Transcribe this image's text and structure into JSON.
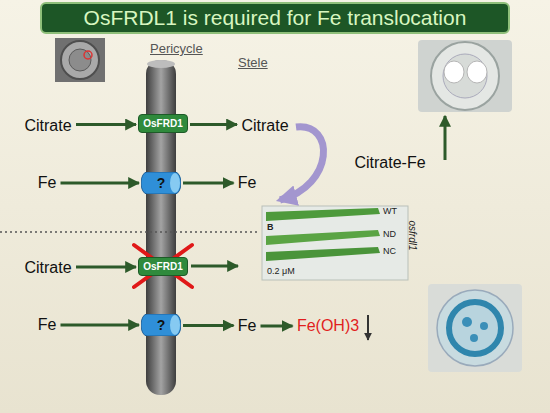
{
  "diagram": {
    "title": "OsFRDL1 is required for Fe translocation",
    "nodes": [
      {
        "text": [
          "Citrate"
        ]
      },
      {
        "text": [
          "OsFRD1"
        ]
      },
      {
        "text": [
          "Citrate"
        ]
      },
      {
        "text": [
          "Fe"
        ]
      },
      {
        "text": [
          "?"
        ]
      },
      {
        "text": [
          "Fe"
        ]
      },
      {
        "text": [
          "Citrate-Fe"
        ]
      },
      {
        "text": [
          "Citrate"
        ]
      },
      {
        "text": [
          "OsFRD1"
        ]
      },
      {
        "text": [
          "Fe"
        ]
      },
      {
        "text": [
          "?"
        ]
      },
      {
        "text": [
          "Fe"
        ]
      },
      {
        "text": [
          "Fe(OH)3"
        ]
      }
    ],
    "edges": [
      {
        "from": 0,
        "to": 1,
        "arrow": "to"
      },
      {
        "from": 1,
        "to": 2,
        "arrow": "to"
      },
      {
        "from": 3,
        "to": 4,
        "arrow": "to"
      },
      {
        "from": 4,
        "to": 5,
        "arrow": "to"
      },
      {
        "from": 7,
        "to": 8,
        "arrow": "to"
      },
      {
        "from": 9,
        "to": 10,
        "arrow": "to"
      },
      {
        "from": 10,
        "to": 11,
        "arrow": "to"
      },
      {
        "from": 11,
        "to": 12,
        "arrow": "to"
      }
    ],
    "labels": [
      "Pericycle",
      "Stele",
      "B",
      "WT",
      "ND",
      "NC",
      "0.2 μM",
      "osfrdl1"
    ]
  }
}
